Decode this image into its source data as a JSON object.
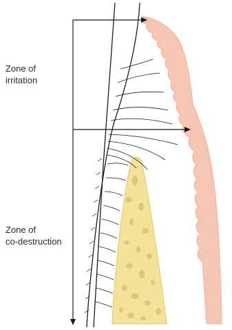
{
  "labels": {
    "zone_top": "Zone of\nirritation",
    "zone_bottom": "Zone of\nco-destruction"
  },
  "colors": {
    "gingiva": "#f5c6b3",
    "gingiva_edge": "#f0b39c",
    "bone": "#f3e39a",
    "bone_edge": "#e6cf72",
    "bone_pore": "#e3c577",
    "line": "#1a1a1a"
  },
  "icons": {
    "arrow_right": "arrowhead-right",
    "arrow_down": "arrowhead-down"
  }
}
